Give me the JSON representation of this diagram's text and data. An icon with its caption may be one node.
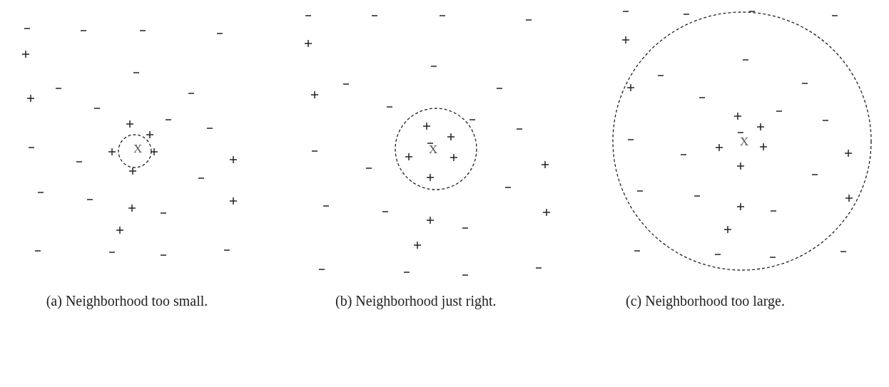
{
  "diagram": {
    "labels": [
      "X",
      "X",
      "X",
      "(a) Neighborhood too small.",
      "(b) Neighborhood just right.",
      "(c) Neighborhood too large."
    ]
  }
}
